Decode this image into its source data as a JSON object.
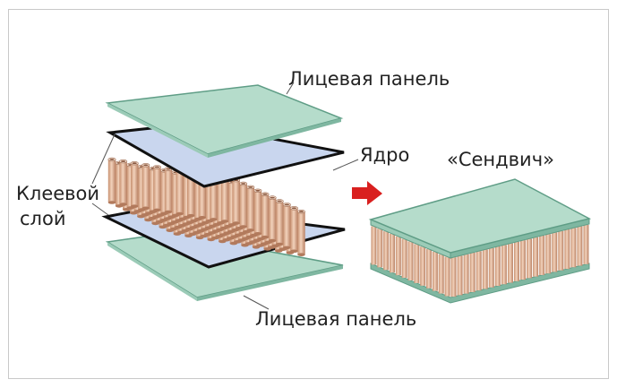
{
  "labels": {
    "top_face_panel": "Лицевая панель",
    "core": "Ядро",
    "sandwich": "«Сендвич»",
    "adhesive_line1": "Клеевой",
    "adhesive_line2": "слой",
    "bottom_face_panel": "Лицевая панель"
  },
  "colors": {
    "face_panel": "#b5dccb",
    "adhesive_layer": "#c9d6ee",
    "adhesive_edge": "#1a1a1a",
    "core_cell": "#e6b99b",
    "arrow": "#d9201f"
  }
}
